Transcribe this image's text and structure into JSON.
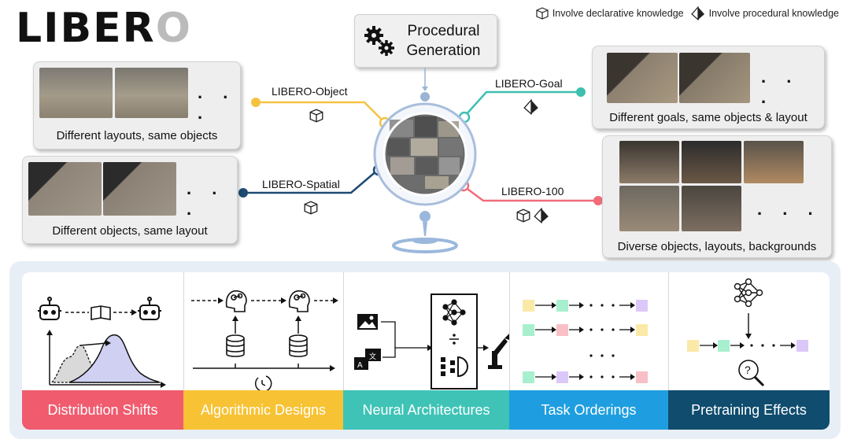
{
  "logo": {
    "text_main": "LIBER",
    "text_o": "O"
  },
  "legend": {
    "declarative": "Involve declarative knowledge",
    "procedural": "Involve procedural knowledge"
  },
  "procedural_generation": {
    "line1": "Procedural",
    "line2": "Generation"
  },
  "branches": {
    "object": {
      "label": "LIBERO-Object",
      "caption": "Different layouts, same objects",
      "color": "#f5c242"
    },
    "spatial": {
      "label": "LIBERO-Spatial",
      "caption": "Different objects, same layout",
      "color": "#1e4a73"
    },
    "goal": {
      "label": "LIBERO-Goal",
      "caption": "Different goals, same objects & layout",
      "color": "#3fbfb0"
    },
    "hundred": {
      "label": "LIBERO-100",
      "caption": "Diverse objects, layouts, backgrounds",
      "color": "#f06c7a"
    }
  },
  "ellipsis": ". . .",
  "categories": [
    {
      "label": "Distribution Shifts",
      "color": "#f05b6e"
    },
    {
      "label": "Algorithmic Designs",
      "color": "#f7c233"
    },
    {
      "label": "Neural Architectures",
      "color": "#3ec3b6"
    },
    {
      "label": "Task Orderings",
      "color": "#1e9ee0"
    },
    {
      "label": "Pretraining Effects",
      "color": "#0f4c6e"
    }
  ],
  "colors": {
    "task_yellow": "#fbe9a8",
    "task_green": "#a8efcf",
    "task_pink": "#f8c0c6",
    "task_purple": "#dcc8f8"
  }
}
